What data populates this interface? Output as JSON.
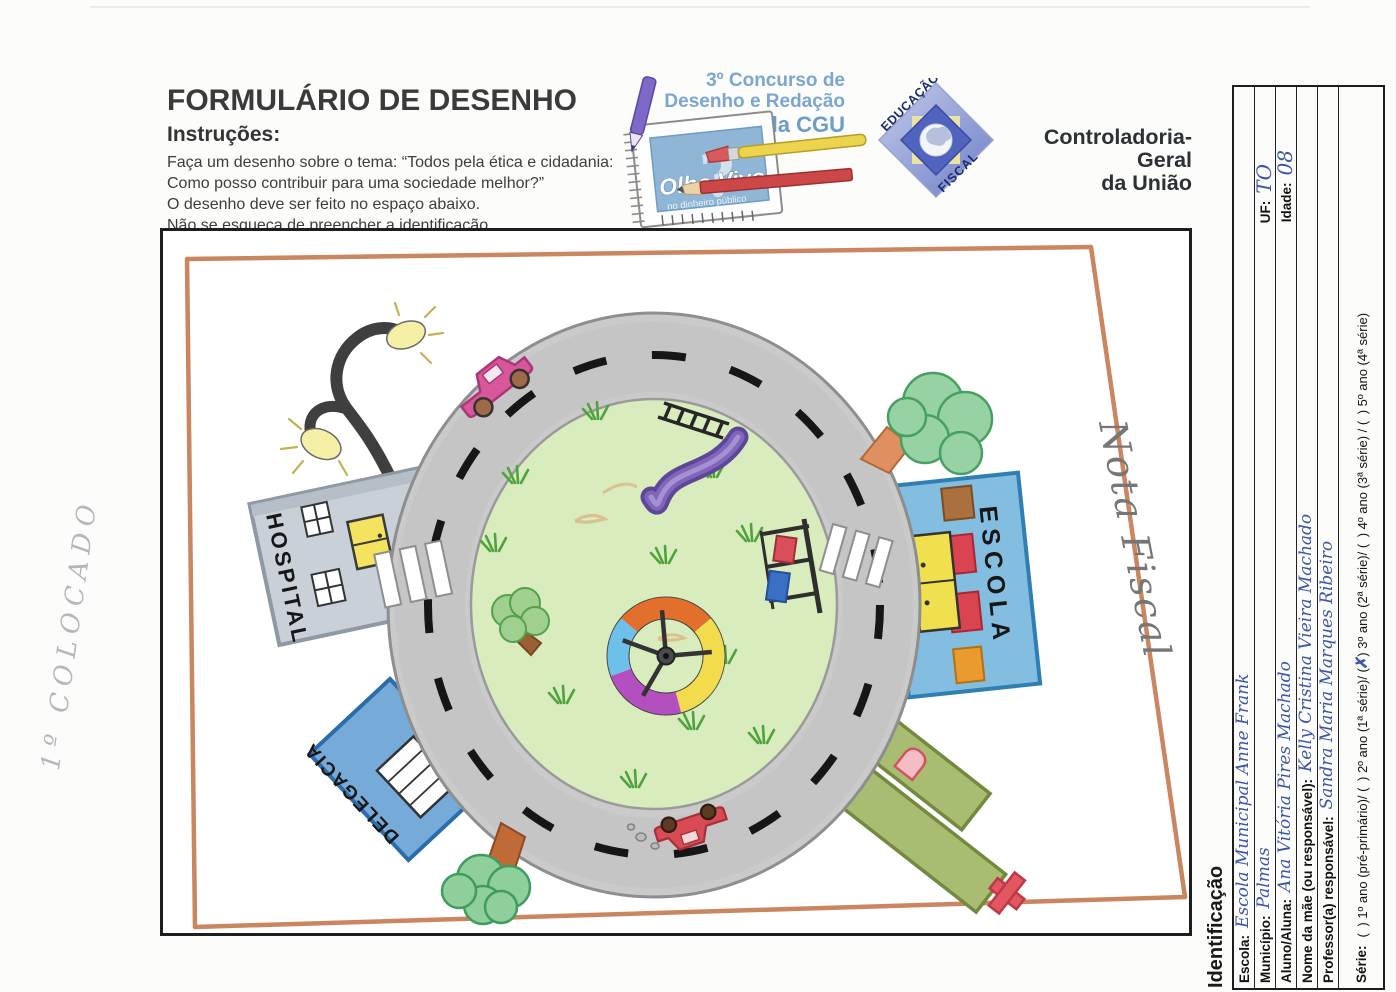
{
  "form": {
    "title": "FORMULÁRIO DE DESENHO",
    "instructions_heading": "Instruções:",
    "instructions": [
      "Faça um desenho sobre o tema: “Todos pela ética e cidadania:",
      "Como posso contribuir para uma sociedade melhor?”",
      "O desenho deve ser feito no espaço abaixo.",
      "Não se esqueça de preencher a identificação."
    ]
  },
  "logo": {
    "heading_line1": "3º Concurso de",
    "heading_line2": "Desenho e Redação",
    "heading_line3": "da CGU",
    "pad_title": "Olho Vivo",
    "pad_subtitle": "no dinheiro público",
    "question_mark": "?"
  },
  "badge": {
    "word_top": "EDUCAÇÃO",
    "word_bottom": "FISCAL"
  },
  "org": {
    "line1": "Controladoria-Geral",
    "line2": "da União"
  },
  "drawing": {
    "hospital_label": "HOSPITAL",
    "school_label": "ESCOLA",
    "police_label": "DELEGACIA",
    "note_text": "Nota Fiscal"
  },
  "margin_note": "1º COLOCADO",
  "identification": {
    "heading": "Identificação",
    "escola": {
      "label": "Escola:",
      "value": "Escola Municipal Anne Frank"
    },
    "municipio": {
      "label": "Município:",
      "value": "Palmas"
    },
    "uf": {
      "label": "UF:",
      "value": "TO"
    },
    "aluno": {
      "label": "Aluno/Aluna:",
      "value": "Ana Vitória Pires Machado"
    },
    "idade": {
      "label": "Idade:",
      "value": "08"
    },
    "mae": {
      "label": "Nome da mãe (ou responsável):",
      "value": "Kelly Cristina Vieira Machado"
    },
    "professor": {
      "label": "Professor(a) responsável:",
      "value": "Sandra Maria Marques Ribeiro"
    },
    "serie": {
      "label": "Série:",
      "check_glyph": "✗",
      "options": [
        {
          "text": "1º ano (pré-primário)",
          "checked": false,
          "sep": "/ "
        },
        {
          "text": "2º ano (1ª série)",
          "checked": false,
          "sep": "/ "
        },
        {
          "text": "3º ano (2ª série)",
          "checked": true,
          "sep": "/ "
        },
        {
          "text": "4º ano (3ª série)",
          "checked": false,
          "sep": " / "
        },
        {
          "text": "5º ano (4ª série)",
          "checked": false,
          "sep": ""
        }
      ]
    }
  },
  "colors": {
    "pen_blue": "#3c55a8",
    "pencil_gray": "#b3b7bd",
    "logo_blue": "#7aa6cf",
    "badge_navy": "#1d2a6e",
    "road_gray": "#cacaca",
    "island_green": "#d9ecbd",
    "frame_orange": "#c4794e"
  }
}
